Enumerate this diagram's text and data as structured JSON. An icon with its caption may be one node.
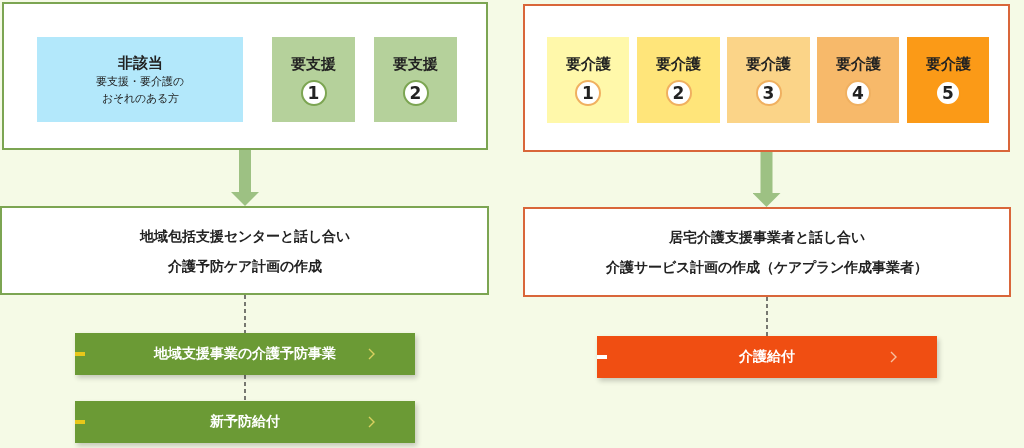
{
  "diagram": {
    "nodes": [
      {
        "text": [],
        "shape": "box"
      },
      {
        "text": [
          "非該当",
          "要支援・要介護のおそれのある方"
        ],
        "in": 0
      },
      {
        "text": [
          "要支援",
          "1"
        ],
        "in": 0
      },
      {
        "text": [
          "要支援",
          "2"
        ],
        "in": 0
      },
      {
        "text": [],
        "shape": "box"
      },
      {
        "text": [
          "要介護",
          "1"
        ],
        "in": 4
      },
      {
        "text": [
          "要介護",
          "2"
        ],
        "in": 4
      },
      {
        "text": [
          "要介護",
          "3"
        ],
        "in": 4
      },
      {
        "text": [
          "要介護",
          "4"
        ],
        "in": 4
      },
      {
        "text": [
          "要介護",
          "5"
        ],
        "in": 4
      },
      {
        "text": [
          "地域包括支援センターと話し合い",
          "介護予防ケア計画の作成"
        ]
      },
      {
        "text": [
          "居宅介護支援事業者と話し合い",
          "介護サービス計画の作成（ケアプラン作成事業者）"
        ]
      },
      {
        "text": [
          "地域支援事業の介護予防事業"
        ]
      },
      {
        "text": [
          "新予防給付"
        ]
      },
      {
        "text": [
          "介護給付"
        ]
      }
    ],
    "edges": [
      {
        "from": 0,
        "to": 10,
        "arrow": "to",
        "style": "thick",
        "color": "#9dc183"
      },
      {
        "from": 4,
        "to": 11,
        "arrow": "to",
        "style": "thick",
        "color": "#9dc183"
      },
      {
        "from": 10,
        "to": 12,
        "arrow": "none",
        "style": "dashed"
      },
      {
        "from": 12,
        "to": 13,
        "arrow": "none",
        "style": "dashed"
      },
      {
        "from": 11,
        "to": 14,
        "arrow": "none",
        "style": "dashed"
      }
    ]
  }
}
